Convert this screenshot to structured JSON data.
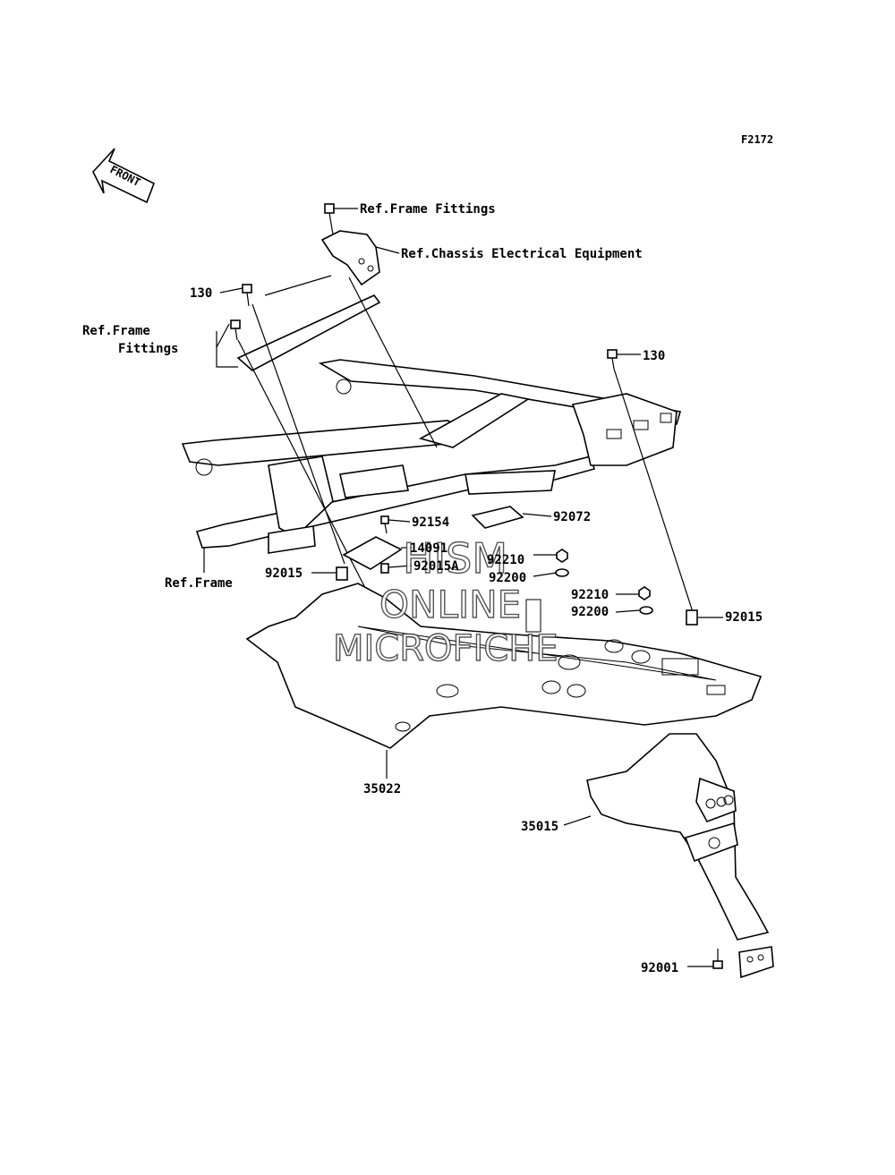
{
  "figure_code": "F2172",
  "front_arrow_text": "FRONT",
  "watermark": {
    "line1": "HISM",
    "line2": "ONLINE",
    "line3": "MICROFICHE"
  },
  "labels": {
    "ref_frame_fittings_top": "Ref.Frame Fittings",
    "ref_chassis_electrical": "Ref.Chassis Electrical Equipment",
    "p130_left": "130",
    "ref_frame_fittings_left_1": "Ref.Frame",
    "ref_frame_fittings_left_2": "Fittings",
    "p130_right": "130",
    "ref_frame": "Ref.Frame",
    "p92015_left": "92015",
    "p92154": "92154",
    "p14091": "14091",
    "p92015a": "92015A",
    "p92072": "92072",
    "p92210_a": "92210",
    "p92200_a": "92200",
    "p92210_b": "92210",
    "p92200_b": "92200",
    "p92015_right": "92015",
    "p35022": "35022",
    "p35015": "35015",
    "p92001": "92001"
  }
}
